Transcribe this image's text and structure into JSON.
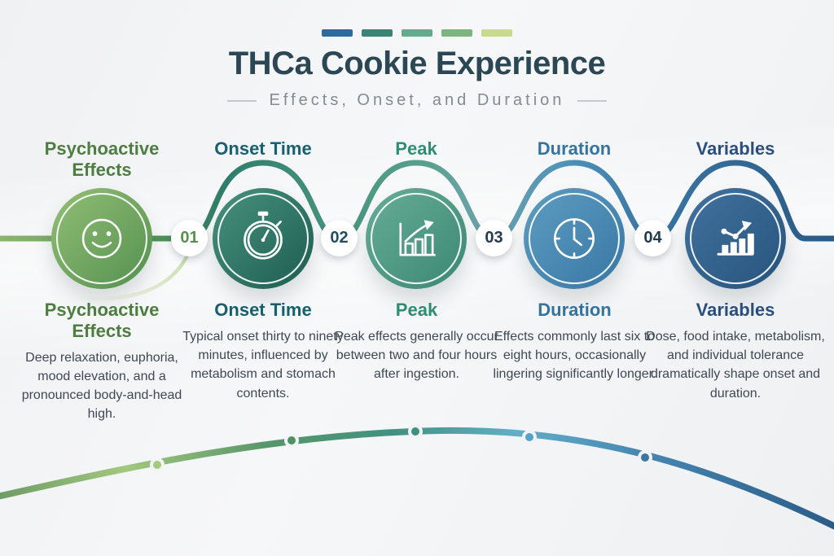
{
  "header": {
    "dash_colors": [
      "#31699e",
      "#3b8474",
      "#67a98d",
      "#7eb47d",
      "#c7db8f"
    ],
    "title": "THCa Cookie Experience",
    "subtitle": "Effects, Onset, and Duration"
  },
  "steps": [
    {
      "top_label": "Psychoactive Effects",
      "heading": "Psychoactive Effects",
      "body": "Deep relaxation, euphoria, mood elevation, and a pronounced body-and-head high.",
      "icon": "smiley-face-icon",
      "accent_color": "#4e7d42",
      "circle_color_from": "#93bf75",
      "circle_color_to": "#539050"
    },
    {
      "top_label": "Onset Time",
      "heading": "Onset Time",
      "body": "Typical onset thirty to ninety minutes, influenced by metabolism and stomach contents.",
      "icon": "stopwatch-icon",
      "accent_color": "#16606f",
      "circle_color_from": "#48927e",
      "circle_color_to": "#1d5d51"
    },
    {
      "top_label": "Peak",
      "heading": "Peak",
      "body": "Peak effects generally occur between two and four hours after ingestion.",
      "icon": "bar-chart-growth-icon",
      "accent_color": "#2f8f72",
      "circle_color_from": "#66ad96",
      "circle_color_to": "#3c8873"
    },
    {
      "top_label": "Duration",
      "heading": "Duration",
      "body": "Effects commonly last six to eight hours, occasionally lingering significantly longer.",
      "icon": "clock-icon",
      "accent_color": "#35749f",
      "circle_color_from": "#5e9dc1",
      "circle_color_to": "#3877a4"
    },
    {
      "top_label": "Variables",
      "heading": "Variables",
      "body": "Dose, food intake, metabolism, and individual tolerance dramatically shape onset and duration.",
      "icon": "analytics-icon",
      "accent_color": "#2a4f7c",
      "circle_color_from": "#42729e",
      "circle_color_to": "#26547e"
    }
  ],
  "badges": [
    {
      "label": "01",
      "color": "#55904c"
    },
    {
      "label": "02",
      "color": "#1f4f63"
    },
    {
      "label": "03",
      "color": "#243a4d"
    },
    {
      "label": "04",
      "color": "#243a4d"
    }
  ],
  "timeline": {
    "line_gradient": [
      "#8cb56e",
      "#2e7c6b",
      "#55a08a",
      "#4e92b8",
      "#2a5a85"
    ],
    "wave_gradient": [
      "#6f9c66",
      "#a2c87d",
      "#42917f",
      "#62aec7",
      "#2b5c87"
    ],
    "wave_dot_colors": [
      "#a6c97e",
      "#4f9161",
      "#3f8f80",
      "#55a3c8",
      "#3a75a3"
    ]
  }
}
